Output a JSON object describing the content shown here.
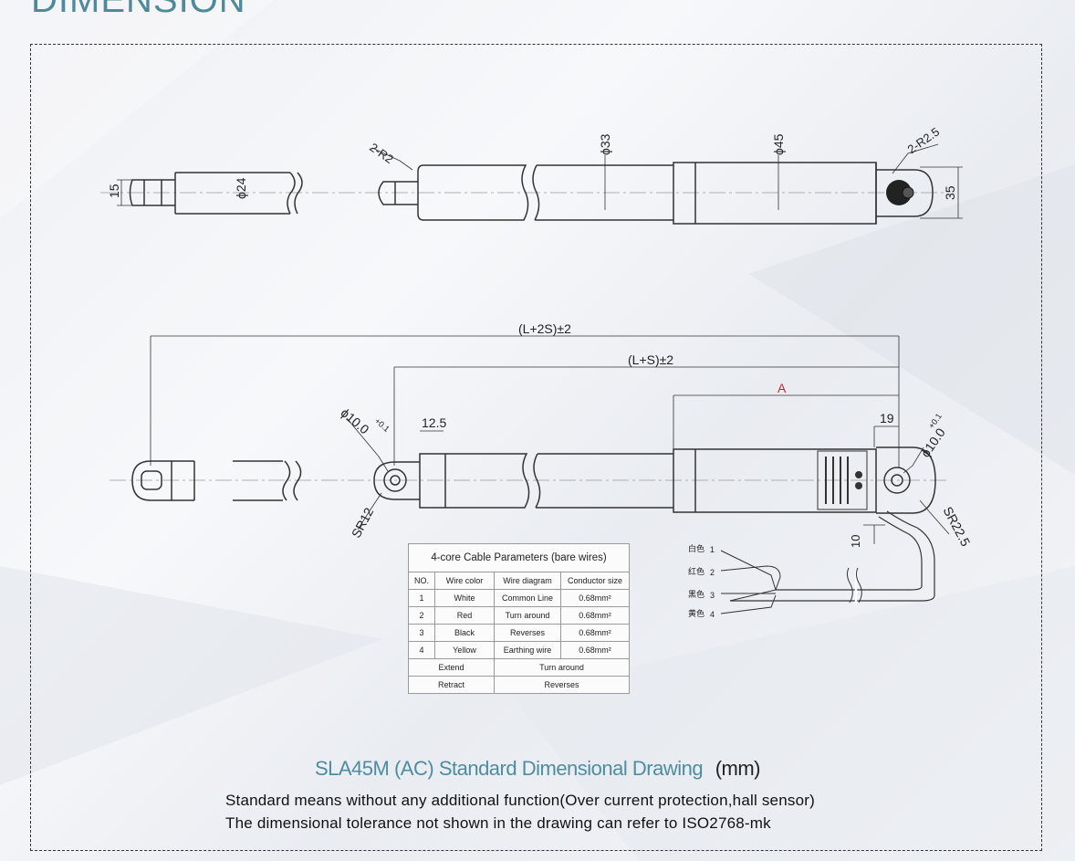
{
  "header": {
    "title": "DIMENSION"
  },
  "top_view": {
    "dim_left_end_height": "15",
    "dim_tube_dia": "ϕ24",
    "dim_rod_radius": "2-R2",
    "dim_mid_dia": "ϕ33",
    "dim_motor_dia": "ϕ45",
    "dim_eye_radius": "2-R2.5",
    "dim_eye_height": "35"
  },
  "side_view": {
    "dim_total": "(L+2S)±2",
    "dim_retracted": "(L+S)±2",
    "dim_a": "A",
    "dim_front_hole": "ϕ10.0",
    "dim_front_hole_tol": "+0.1",
    "dim_front_offset": "12.5",
    "dim_front_sr": "SR12",
    "dim_rear_offset": "19",
    "dim_rear_hole": "ϕ10.0",
    "dim_rear_hole_tol": "+0.1",
    "dim_rear_sr": "SR22.5",
    "dim_cable_exit": "10"
  },
  "wires": [
    {
      "label": "白色",
      "no": "1"
    },
    {
      "label": "红色",
      "no": "2"
    },
    {
      "label": "黑色",
      "no": "3"
    },
    {
      "label": "黄色",
      "no": "4"
    }
  ],
  "cable_table": {
    "caption": "4-core Cable Parameters (bare wires)",
    "headers": [
      "NO.",
      "Wire color",
      "Wire diagram",
      "Conductor size"
    ],
    "rows": [
      [
        "1",
        "White",
        "Common Line",
        "0.68mm²"
      ],
      [
        "2",
        "Red",
        "Turn around",
        "0.68mm²"
      ],
      [
        "3",
        "Black",
        "Reverses",
        "0.68mm²"
      ],
      [
        "4",
        "Yellow",
        "Earthing wire",
        "0.68mm²"
      ]
    ],
    "extend": {
      "label": "Extend",
      "value": "Turn around"
    },
    "retract": {
      "label": "Retract",
      "value": "Reverses"
    }
  },
  "caption": {
    "model": "SLA45M (AC)",
    "title": "Standard Dimensional Drawing",
    "unit": "(mm)"
  },
  "notes": [
    "Standard means without any additional function(Over current protection,hall sensor)",
    "The dimensional tolerance not shown in the drawing can refer to ISO2768-mk"
  ]
}
